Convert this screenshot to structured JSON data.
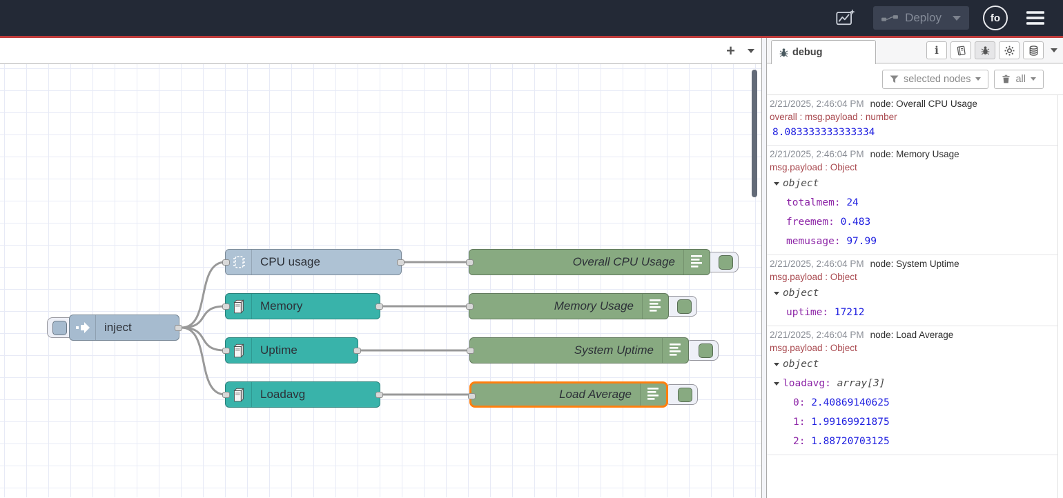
{
  "header": {
    "deploy_label": "Deploy",
    "avatar_text": "fo"
  },
  "workspace": {
    "add_tab_glyph": "+"
  },
  "flow": {
    "inject_label": "inject",
    "sources": [
      {
        "label": "CPU usage"
      },
      {
        "label": "Memory"
      },
      {
        "label": "Uptime"
      },
      {
        "label": "Loadavg"
      }
    ],
    "outputs": [
      {
        "label": "Overall CPU Usage"
      },
      {
        "label": "Memory Usage"
      },
      {
        "label": "System Uptime"
      },
      {
        "label": "Load Average"
      }
    ],
    "colors": {
      "inject": "#a6bbcf",
      "cpu": "#aec2d4",
      "os_teal": "#39b3aa",
      "debug_green": "#88aa81",
      "wire": "#999999",
      "selected_border": "#ff7f0e"
    }
  },
  "debug_panel": {
    "tab_label": "debug",
    "info_glyph": "i",
    "filter_label": "selected nodes",
    "clear_label": "all",
    "messages": [
      {
        "timestamp": "2/21/2025, 2:46:04 PM",
        "source": "node: Overall CPU Usage",
        "meta": "overall : msg.payload : number",
        "payload": "8.083333333333334"
      },
      {
        "timestamp": "2/21/2025, 2:46:04 PM",
        "source": "node: Memory Usage",
        "meta": "msg.payload : Object",
        "root": "object",
        "rows": [
          {
            "key": "totalmem:",
            "value": "24"
          },
          {
            "key": "freemem:",
            "value": "0.483"
          },
          {
            "key": "memusage:",
            "value": "97.99"
          }
        ]
      },
      {
        "timestamp": "2/21/2025, 2:46:04 PM",
        "source": "node: System Uptime",
        "meta": "msg.payload : Object",
        "root": "object",
        "rows": [
          {
            "key": "uptime:",
            "value": "17212"
          }
        ]
      },
      {
        "timestamp": "2/21/2025, 2:46:04 PM",
        "source": "node: Load Average",
        "meta": "msg.payload : Object",
        "root": "object",
        "array_key": "loadavg:",
        "array_type": "array[3]",
        "rows": [
          {
            "key": "0:",
            "value": "2.40869140625"
          },
          {
            "key": "1:",
            "value": "1.99169921875"
          },
          {
            "key": "2:",
            "value": "1.88720703125"
          }
        ]
      }
    ]
  }
}
